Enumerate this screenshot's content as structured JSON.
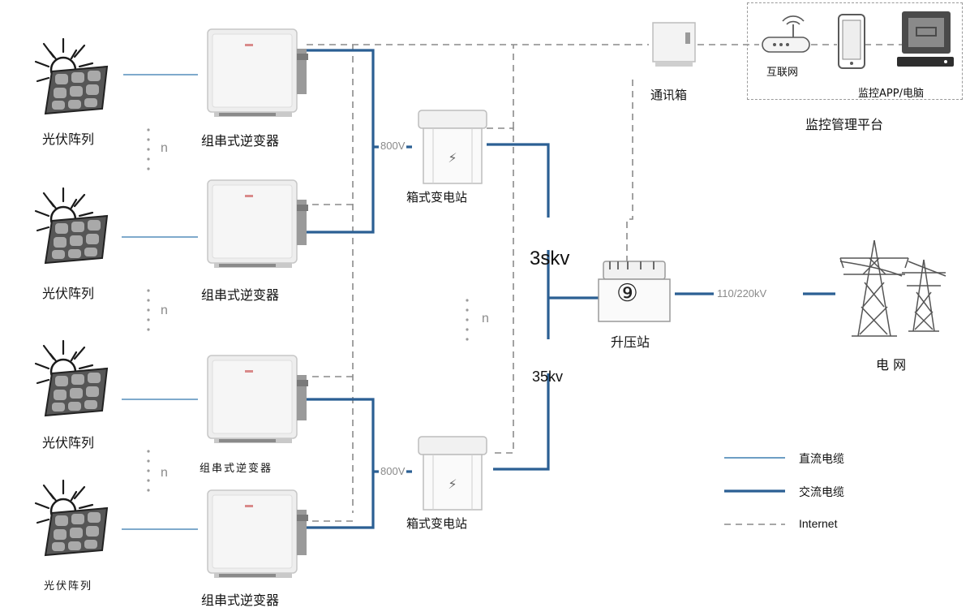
{
  "pv_array_label": "光伏阵列",
  "inverter_label": "组串式逆变器",
  "box_substation_label": "箱式变电站",
  "step_up_station_label": "升压站",
  "step_up_symbol": "⑨",
  "comm_box_label": "通讯箱",
  "internet_label": "互联网",
  "monitor_label": "监控APP/电脑",
  "platform_label": "监控管理平台",
  "grid_label": "电 网",
  "repeat_marker": "n",
  "voltage_800v": "800V",
  "voltage_3skv": "3skv",
  "voltage_35kv": "35kv",
  "voltage_grid": "110/220kV",
  "legend": {
    "dc": "直流电缆",
    "ac": "交流电缆",
    "internet": "Internet"
  },
  "colors": {
    "dc_cable": "#6d9ec4",
    "ac_cable": "#2b5f93",
    "internet_line": "#8a8a8a"
  }
}
